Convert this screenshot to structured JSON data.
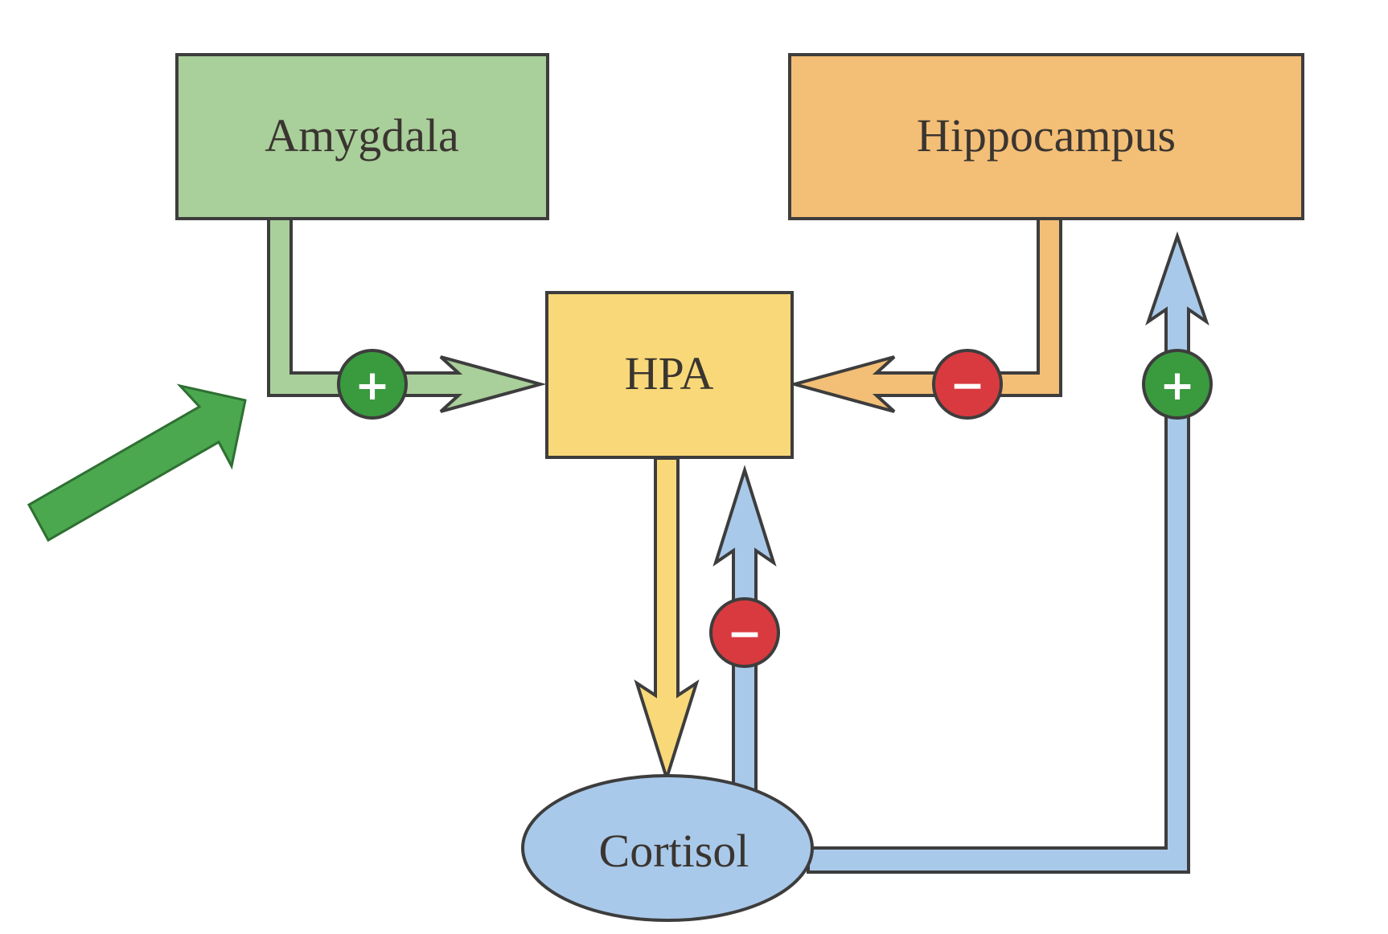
{
  "diagram": {
    "nodes": {
      "amygdala": {
        "label": "Amygdala",
        "fill": "#a9cf9a"
      },
      "hippocampus": {
        "label": "Hippocampus",
        "fill": "#f3be76"
      },
      "hpa": {
        "label": "HPA",
        "fill": "#f8d878"
      },
      "cortisol": {
        "label": "Cortisol",
        "fill": "#a9c9ea"
      }
    },
    "edges": [
      {
        "from": "Amygdala",
        "to": "HPA",
        "effect": "+"
      },
      {
        "from": "Hippocampus",
        "to": "HPA",
        "effect": "−"
      },
      {
        "from": "HPA",
        "to": "Cortisol",
        "effect": ""
      },
      {
        "from": "Cortisol",
        "to": "HPA",
        "effect": "−"
      },
      {
        "from": "Cortisol",
        "to": "Hippocampus",
        "effect": "+"
      }
    ],
    "signs": {
      "amygdala_hpa": "+",
      "hippocampus_hpa": "−",
      "cortisol_hpa": "−",
      "cortisol_hippocampus": "+"
    },
    "colors": {
      "positive_sign": "#3a9a3e",
      "negative_sign": "#d93a3f",
      "amygdala_path": "#a9cf9a",
      "hippocampus_path": "#f3be76",
      "hpa_path": "#f8d878",
      "cortisol_path": "#a9c9ea",
      "pointer_arrow": "#4ba84f"
    }
  }
}
